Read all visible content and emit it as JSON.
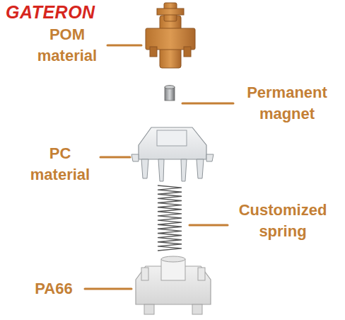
{
  "diagram": {
    "labels": [
      "GATERON",
      "POM material",
      "Permanent magnet",
      "PC material",
      "Customized spring",
      "PA66"
    ]
  }
}
